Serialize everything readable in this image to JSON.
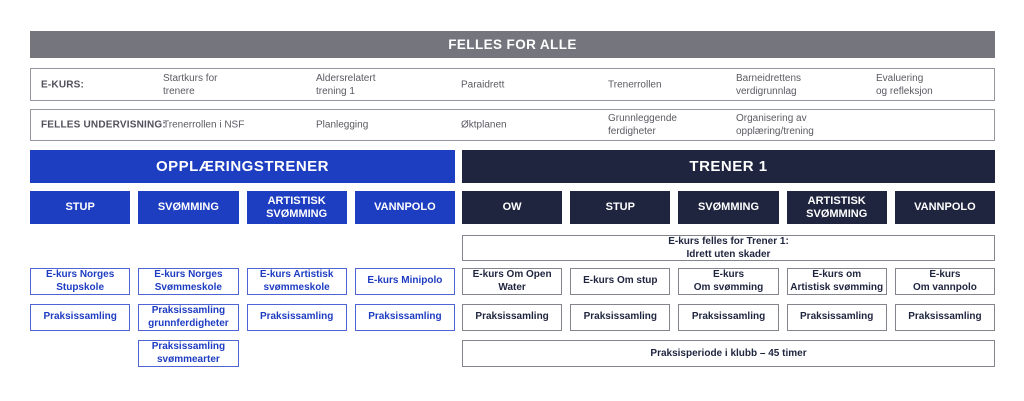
{
  "palette": {
    "blue": "#1e3ec2",
    "navy": "#1f243f",
    "banner_gray": "#75757e",
    "row_border_gray": "#97979f",
    "box_border_gray": "#84848c",
    "blue_box_border": "#5063d2",
    "text_gray": "#5a5a62"
  },
  "top_banner": {
    "title": "FELLES FOR ALLE"
  },
  "ekurs_row": {
    "label": "E-KURS:",
    "items": [
      "Startkurs for\ntrenere",
      "Aldersrelatert\ntrening 1",
      "Paraidrett",
      "Trenerrollen",
      "Barneidrettens\nverdigrunnlag",
      "Evaluering\nog refleksjon"
    ]
  },
  "felles_undervisning_row": {
    "label": "FELLES UNDERVISNING:",
    "items": [
      "Trenerrollen i NSF",
      "Planlegging",
      "Øktplanen",
      "Grunnleggende\nferdigheter",
      "Organisering av\nopplæring/trening"
    ]
  },
  "opplaeringstrener": {
    "title": "OPPLÆRINGSTRENER",
    "sports": [
      "STUP",
      "SVØMMING",
      "ARTISTISK\nSVØMMING",
      "VANNPOLO"
    ],
    "ekurs": [
      "E-kurs Norges\nStupskole",
      "E-kurs Norges\nSvømmeskole",
      "E-kurs Artistisk\nsvømmeskole",
      "E-kurs Minipolo"
    ],
    "praksis": [
      "Praksissamling",
      "Praksissamling\ngrunnferdigheter",
      "Praksissamling",
      "Praksissamling"
    ],
    "praksis_svommearter": "Praksissamling\nsvømmearter"
  },
  "trener1": {
    "title": "TRENER 1",
    "sports": [
      "OW",
      "STUP",
      "SVØMMING",
      "ARTISTISK\nSVØMMING",
      "VANNPOLO"
    ],
    "felles_ekurs": "E-kurs felles for Trener 1:\nIdrett uten skader",
    "ekurs": [
      "E-kurs Om Open\nWater",
      "E-kurs Om stup",
      "E-kurs\nOm svømming",
      "E-kurs om\nArtistisk svømming",
      "E-kurs\nOm vannpolo"
    ],
    "praksis": [
      "Praksissamling",
      "Praksissamling",
      "Praksissamling",
      "Praksissamling",
      "Praksissamling"
    ],
    "praksisperiode": "Praksisperiode i klubb – 45 timer"
  }
}
